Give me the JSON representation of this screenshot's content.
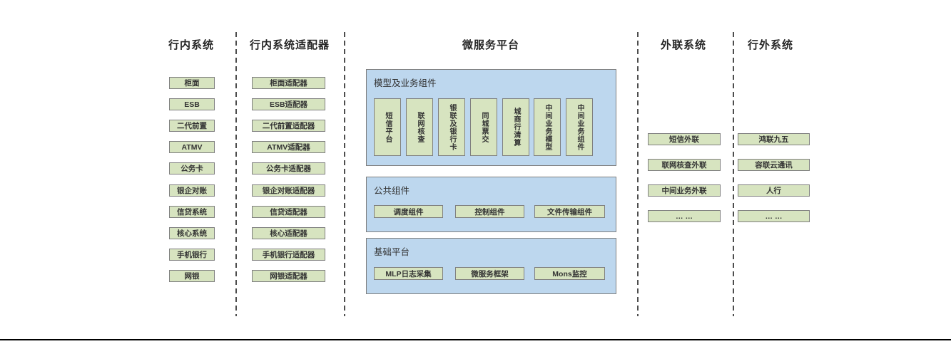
{
  "colors": {
    "green_fill": "#d7e4c0",
    "blue_fill": "#bdd7ee",
    "box_border": "#7f7f7f",
    "divider": "#4d4d4d",
    "text": "#333333"
  },
  "columns": {
    "internal": {
      "title": "行内系统",
      "items": [
        "柜面",
        "ESB",
        "二代前置",
        "ATMV",
        "公务卡",
        "银企对账",
        "信贷系统",
        "核心系统",
        "手机银行",
        "网银"
      ]
    },
    "adapters": {
      "title": "行内系统适配器",
      "items": [
        "柜面适配器",
        "ESB适配器",
        "二代前置适配器",
        "ATMV适配器",
        "公务卡适配器",
        "银企对账适配器",
        "信贷适配器",
        "核心适配器",
        "手机银行适配器",
        "网银适配器"
      ]
    },
    "platform": {
      "title": "微服务平台",
      "sections": [
        {
          "label": "模型及业务组件",
          "items": [
            "短信平台",
            "联网核查",
            "银联及银行卡",
            "同城票交",
            "城商行清算",
            "中间业务模型",
            "中间业务组件"
          ]
        },
        {
          "label": "公共组件",
          "items": [
            "调度组件",
            "控制组件",
            "文件传输组件"
          ]
        },
        {
          "label": "基础平台",
          "items": [
            "MLP日志采集",
            "微服务框架",
            "Mons监控"
          ]
        }
      ]
    },
    "outreach": {
      "title": "外联系统",
      "items": [
        "短信外联",
        "联网核查外联",
        "中间业务外联",
        "… …"
      ]
    },
    "external": {
      "title": "行外系统",
      "items": [
        "鸿联九五",
        "容联云通讯",
        "人行",
        "… …"
      ]
    }
  }
}
